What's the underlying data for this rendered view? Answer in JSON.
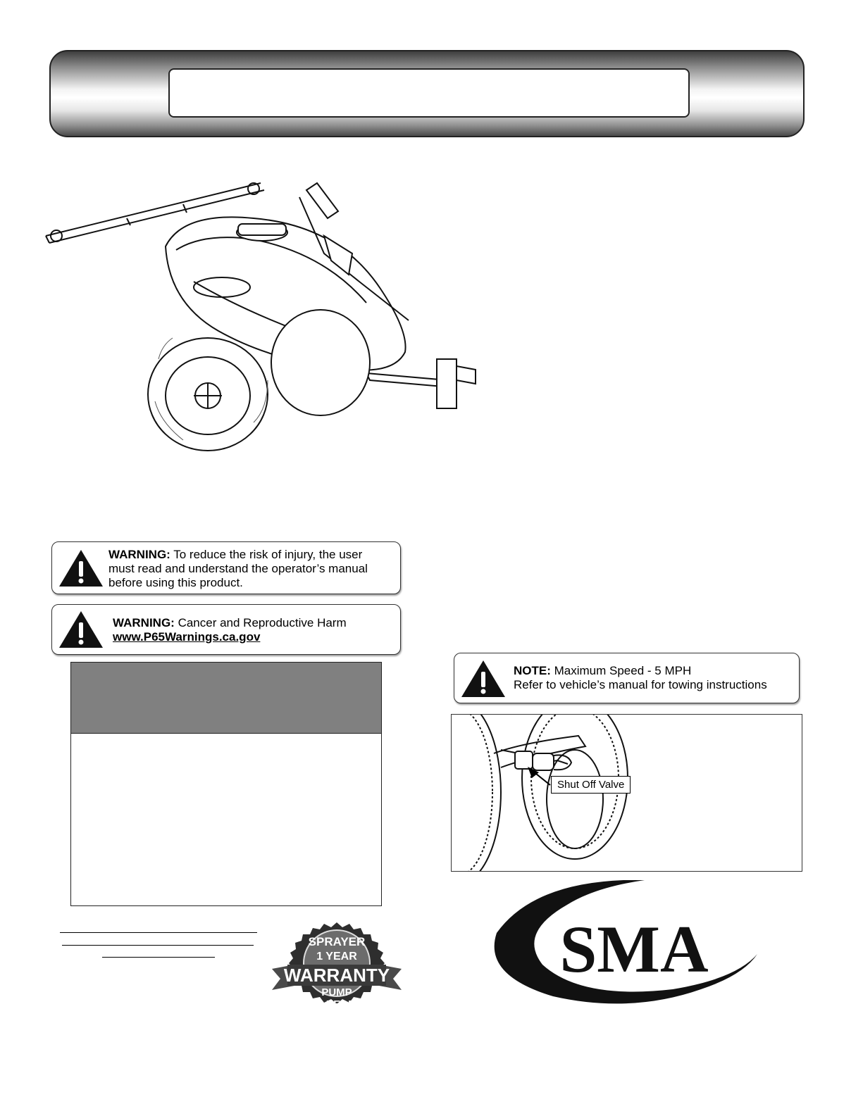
{
  "warnings": [
    {
      "label": "WARNING:",
      "text_line1": "To reduce the risk of injury, the user",
      "text_line2": "must read and understand the operator’s manual",
      "text_line3": "before using this product."
    },
    {
      "label": "WARNING:",
      "text_line1": "Cancer and Reproductive Harm",
      "link": "www.P65Warnings.ca.gov"
    }
  ],
  "note": {
    "label": "NOTE:",
    "line1": "Maximum Speed - 5 MPH",
    "line2": "Refer to vehicle’s manual for towing instructions"
  },
  "callout": "Shut Off Valve",
  "warranty": {
    "line1": "SPRAYER",
    "line2": "1 YEAR",
    "line3": "WARRANTY",
    "line4": "PUMP",
    "line5": "2 YEAR"
  },
  "logo": {
    "text": "SMA"
  }
}
